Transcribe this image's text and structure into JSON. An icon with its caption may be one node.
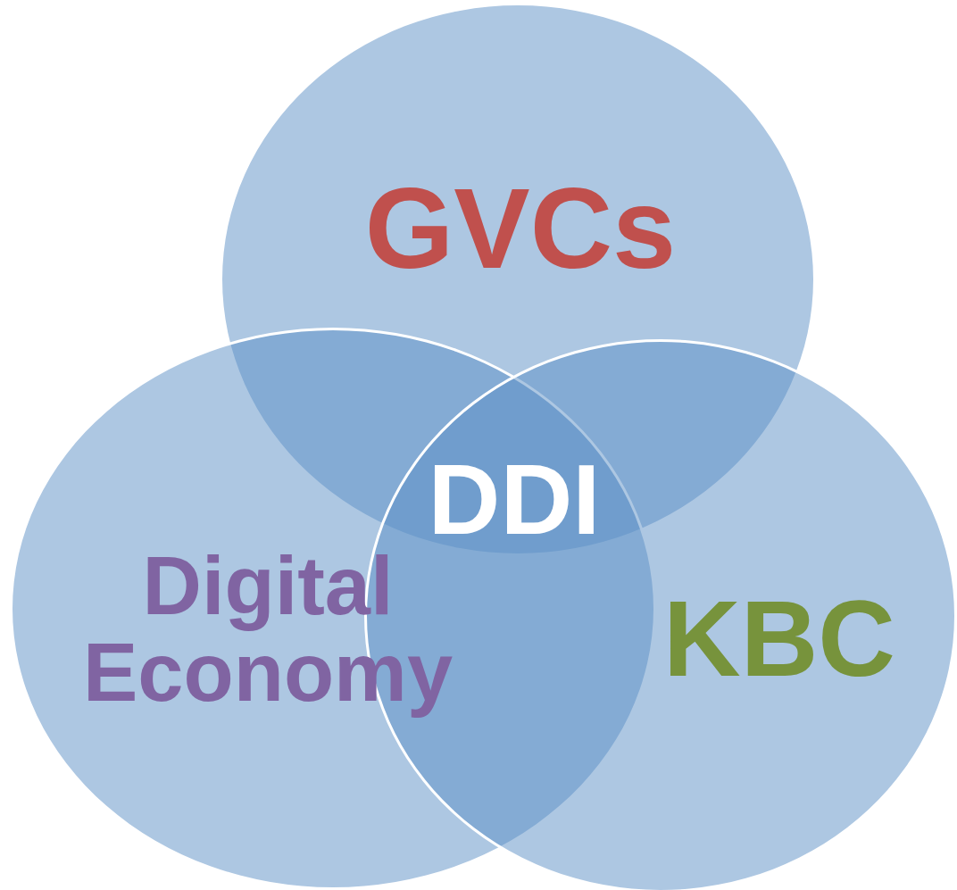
{
  "diagram": {
    "nodes": [
      {
        "text": [
          "GVCs"
        ]
      },
      {
        "text": [
          "Digital Economy"
        ]
      },
      {
        "text": [
          "KBC"
        ]
      }
    ],
    "labels": [
      "DDI"
    ]
  }
}
